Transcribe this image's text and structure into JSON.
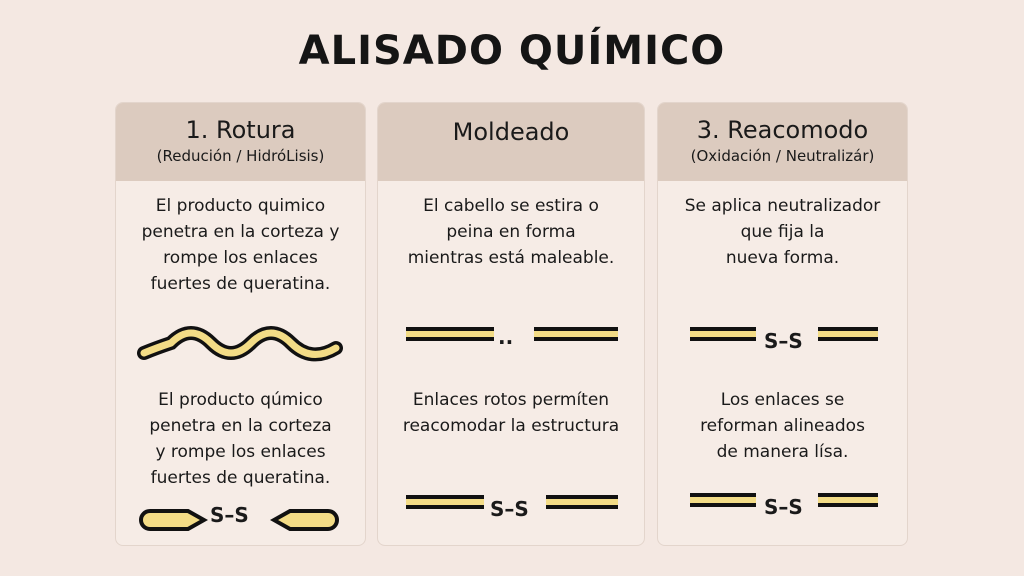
{
  "title": "ALISADO QUÍMICO",
  "cards": [
    {
      "heading": "1. Rotura",
      "subheading": "(Redución / HidróLisis)",
      "text1": "El producto quimico\npenetra en la corteza y\nrompe los enlaces\nfuertes de queratina.",
      "text2": "El producto qúmico\npenetra en la corteza\ny rompe los enlaces\nfuertes de queratina.",
      "bond": "S–S"
    },
    {
      "heading": "Moldeado",
      "subheading": "",
      "text1": "El cabello se estira o\npeina en forma\nmientras está maleable.",
      "text2": "Enlaces rotos permíten\nreacomodar la estructura",
      "gap": "..",
      "bond": "S–S"
    },
    {
      "heading": "3. Reacomodo",
      "subheading": "(Oxidación / Neutralizár)",
      "text1": "Se aplica neutralizador\nque fija la\nnueva forma.",
      "text2": "Los enlaces se\nreforman alineados\nde manera lísa.",
      "bond": "S–S",
      "bond2": "S–S"
    }
  ],
  "colors": {
    "background": "#f4e8e2",
    "header": "#dccbbf",
    "hair": "#f3dc86"
  }
}
